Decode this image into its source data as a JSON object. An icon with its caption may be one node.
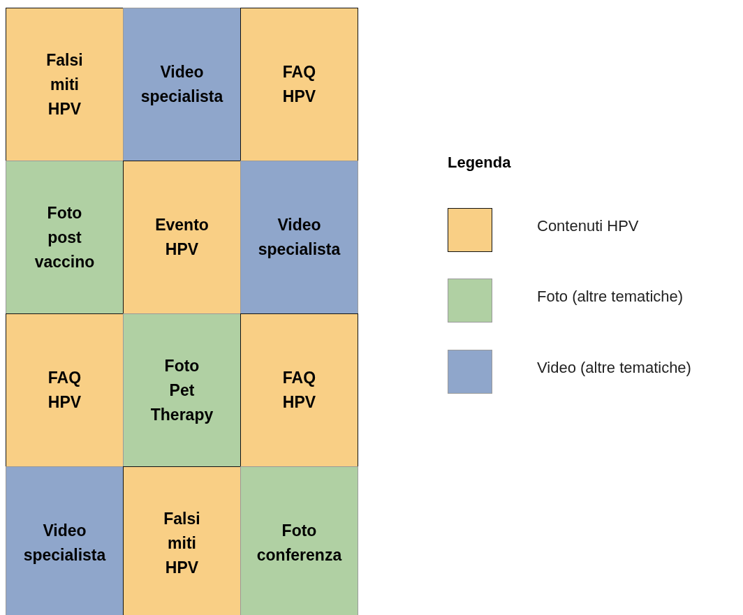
{
  "diagram": {
    "nodes": [
      {
        "text": [
          "Falsi miti HPV"
        ]
      },
      {
        "text": [
          "Video specialista"
        ]
      },
      {
        "text": [
          "FAQ HPV"
        ]
      },
      {
        "text": [
          "Foto post vaccino"
        ]
      },
      {
        "text": [
          "Evento HPV"
        ]
      },
      {
        "text": [
          "Video specialista"
        ]
      },
      {
        "text": [
          "FAQ HPV"
        ]
      },
      {
        "text": [
          "Foto Pet Therapy"
        ]
      },
      {
        "text": [
          "FAQ HPV"
        ]
      },
      {
        "text": [
          "Video specialista"
        ]
      },
      {
        "text": [
          "Falsi miti HPV"
        ]
      },
      {
        "text": [
          "Foto conferenza"
        ]
      }
    ],
    "edges": [],
    "labels": [
      "Legenda"
    ],
    "legend": [
      {
        "text": "Contenuti HPV",
        "color": "#f9cf85"
      },
      {
        "text": "Foto (altre tematiche)",
        "color": "#b0d0a3"
      },
      {
        "text": "Video (altre tematiche)",
        "color": "#8fa6cb"
      }
    ]
  }
}
